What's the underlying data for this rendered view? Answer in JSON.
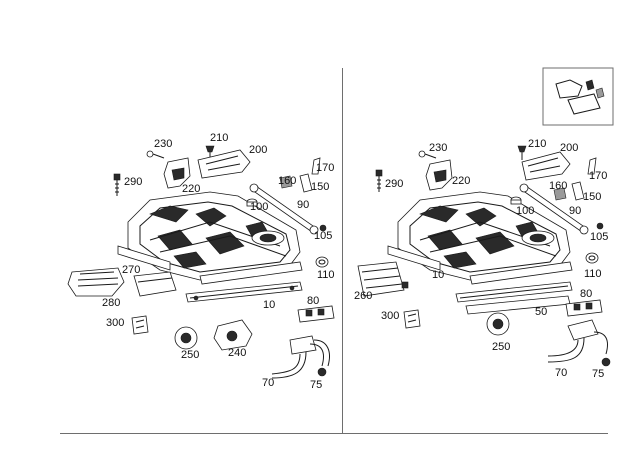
{
  "left_panel": {
    "labels": [
      "230",
      "210",
      "200",
      "290",
      "220",
      "160",
      "170",
      "150",
      "100",
      "90",
      "105",
      "270",
      "110",
      "280",
      "10",
      "80",
      "300",
      "250",
      "240",
      "70",
      "75"
    ]
  },
  "right_panel": {
    "labels": [
      "230",
      "210",
      "200",
      "290",
      "220",
      "160",
      "170",
      "150",
      "100",
      "90",
      "105",
      "10",
      "110",
      "260",
      "80",
      "300",
      "50",
      "250",
      "70",
      "75"
    ]
  },
  "inset": {
    "icon": "seat-thumbnail-icon"
  }
}
